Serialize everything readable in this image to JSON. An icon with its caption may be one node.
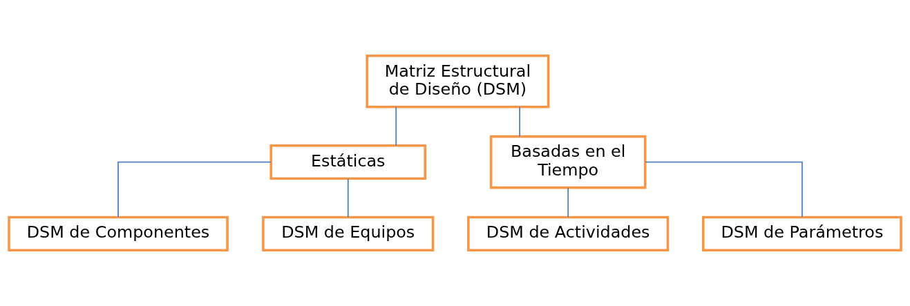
{
  "diagram": {
    "nodes": [
      {
        "text": [
          "Matriz Estructural de Diseño (DSM)"
        ]
      },
      {
        "text": [
          "Estáticas"
        ]
      },
      {
        "text": [
          "Basadas en el Tiempo"
        ]
      },
      {
        "text": [
          "DSM de Componentes"
        ]
      },
      {
        "text": [
          "DSM de Equipos"
        ]
      },
      {
        "text": [
          "DSM de Actividades"
        ]
      },
      {
        "text": [
          "DSM de Parámetros"
        ]
      }
    ],
    "edges": [
      {
        "from": 0,
        "to": 1,
        "arrow": "none"
      },
      {
        "from": 0,
        "to": 2,
        "arrow": "none"
      },
      {
        "from": 1,
        "to": 3,
        "arrow": "none"
      },
      {
        "from": 1,
        "to": 4,
        "arrow": "none"
      },
      {
        "from": 2,
        "to": 5,
        "arrow": "none"
      },
      {
        "from": 2,
        "to": 6,
        "arrow": "none"
      }
    ]
  }
}
